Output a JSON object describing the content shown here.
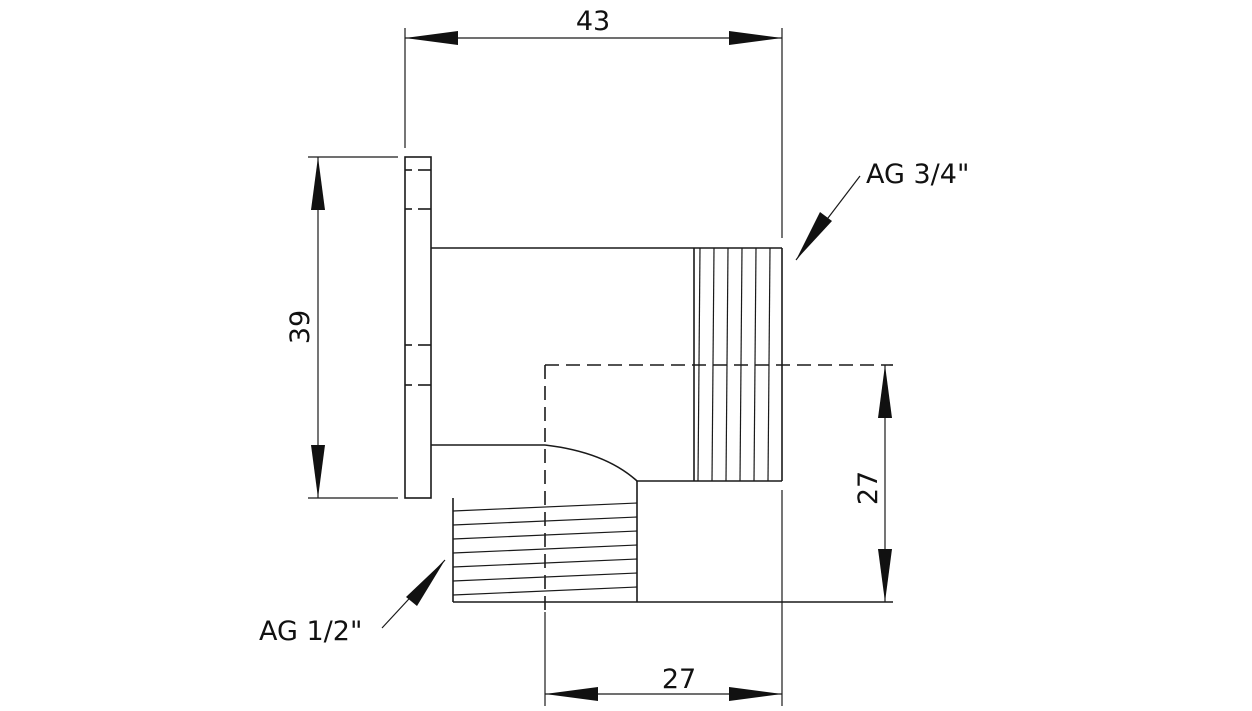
{
  "dimensions": {
    "overall_width": "43",
    "height": "39",
    "vertical_offset": "27",
    "horizontal_offset": "27"
  },
  "threads": {
    "top_right": "AG 3/4\"",
    "bottom_left": "AG 1/2\""
  }
}
